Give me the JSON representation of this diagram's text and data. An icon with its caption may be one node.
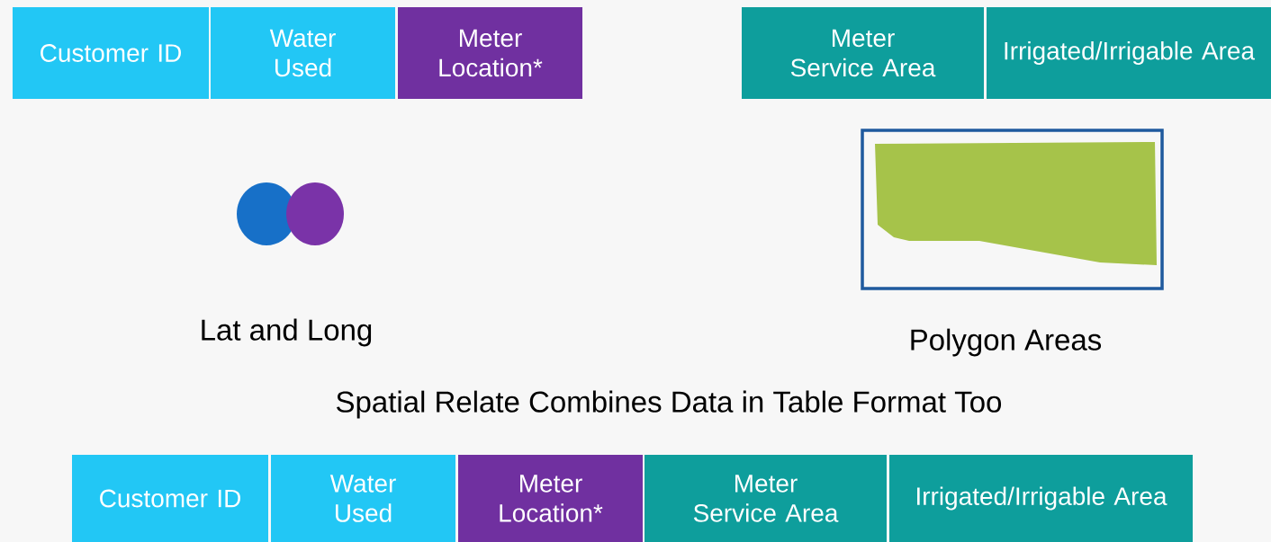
{
  "diagram": {
    "nodes": [
      {
        "text": [
          "Customer ID"
        ]
      },
      {
        "text": [
          "Water Used"
        ]
      },
      {
        "text": [
          "Meter Location*"
        ]
      },
      {
        "text": [
          "Meter Service Area"
        ]
      },
      {
        "text": [
          "Irrigated/Irrigable Area"
        ]
      },
      {
        "text": [
          "Customer ID"
        ]
      },
      {
        "text": [
          "Water Used"
        ]
      },
      {
        "text": [
          "Meter Location*"
        ]
      },
      {
        "text": [
          "Meter Service Area"
        ]
      },
      {
        "text": [
          "Irrigated/Irrigable Area"
        ]
      }
    ],
    "labels": [
      "Lat and Long",
      "Polygon Areas",
      "Spatial Relate Combines Data in Table Format Too"
    ]
  }
}
